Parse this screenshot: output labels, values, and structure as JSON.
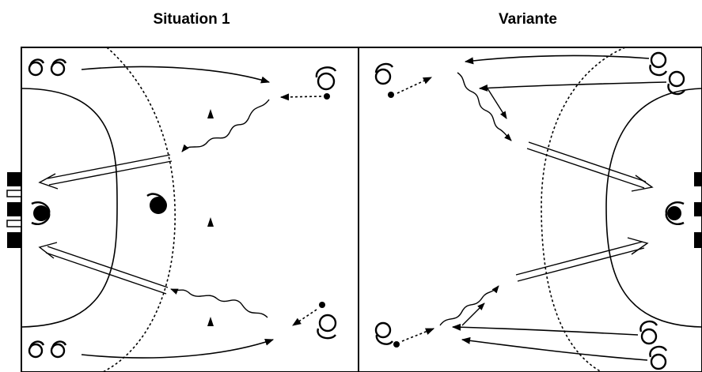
{
  "panels": [
    {
      "title": "Situation 1"
    },
    {
      "title": "Variante"
    }
  ],
  "colors": {
    "ink": "#000000",
    "background": "#ffffff"
  },
  "symbols": {
    "attacker": "player-icon-open",
    "ball_carrier": "player-icon-with-ball",
    "defender": "player-icon-filled",
    "cone": "cone-icon",
    "goal": "goal-icon"
  }
}
